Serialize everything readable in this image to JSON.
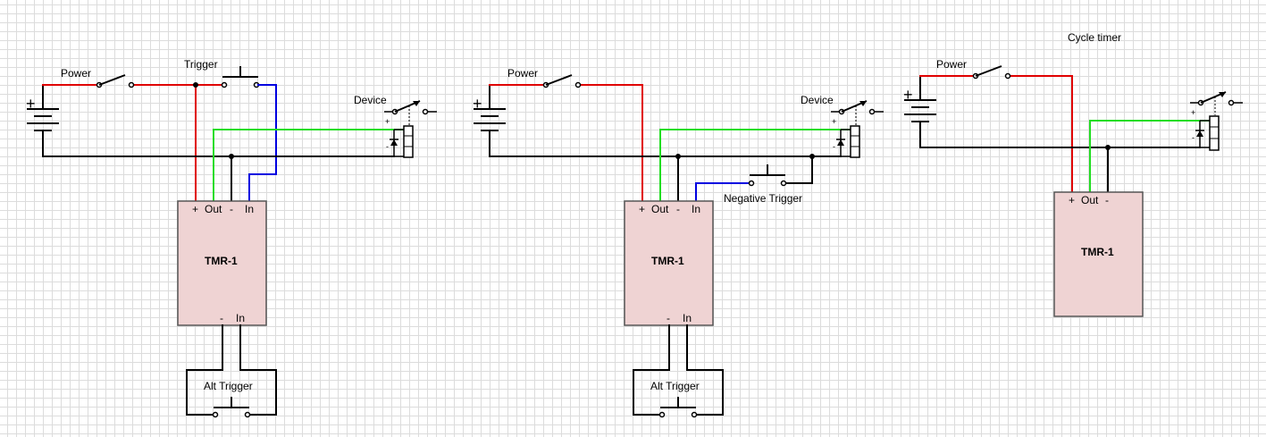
{
  "colors": {
    "power_wire": "#e00000",
    "output_wire": "#22dd22",
    "trigger_wire": "#0000e0",
    "ground_wire": "#000000",
    "timer_fill": "#efd3d3"
  },
  "diagrams": [
    {
      "power_label": "Power",
      "trigger_label": "Trigger",
      "device_label": "Device",
      "timer_label": "TMR-1",
      "pin_plus": "+",
      "pin_out": "Out",
      "pin_minus": "-",
      "pin_in": "In",
      "bottom_pin_minus": "-",
      "bottom_pin_in": "In",
      "alt_trigger_label": "Alt Trigger",
      "battery_plus": "+",
      "relay_plus": "+",
      "relay_minus": "-"
    },
    {
      "power_label": "Power",
      "device_label": "Device",
      "negative_trigger_label": "Negative Trigger",
      "timer_label": "TMR-1",
      "pin_plus": "+",
      "pin_out": "Out",
      "pin_minus": "-",
      "pin_in": "In",
      "bottom_pin_minus": "-",
      "bottom_pin_in": "In",
      "alt_trigger_label": "Alt Trigger",
      "battery_plus": "+",
      "relay_plus": "+",
      "relay_minus": "-"
    },
    {
      "title": "Cycle timer",
      "power_label": "Power",
      "timer_label": "TMR-1",
      "pin_plus": "+",
      "pin_out": "Out",
      "pin_minus": "-",
      "battery_plus": "+",
      "relay_plus": "+",
      "relay_minus": "-"
    }
  ]
}
